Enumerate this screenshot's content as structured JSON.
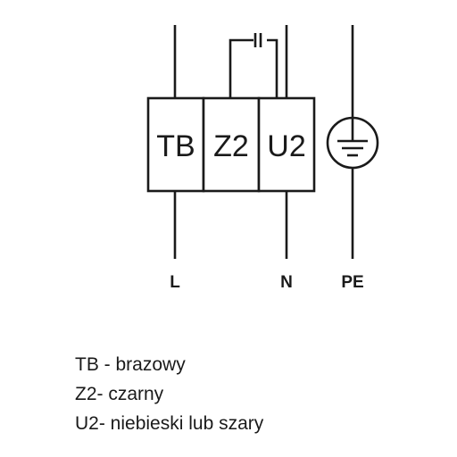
{
  "terminals": [
    {
      "id": "tb",
      "label": "TB"
    },
    {
      "id": "z2",
      "label": "Z2"
    },
    {
      "id": "u2",
      "label": "U2"
    }
  ],
  "line_labels": {
    "live": "L",
    "neutral": "N",
    "earth": "PE"
  },
  "legend": [
    "TB - brazowy",
    "Z2- czarny",
    "U2- niebieski lub szary"
  ],
  "symbols": {
    "earth": "ground-icon",
    "capacitor": "capacitor-icon"
  }
}
